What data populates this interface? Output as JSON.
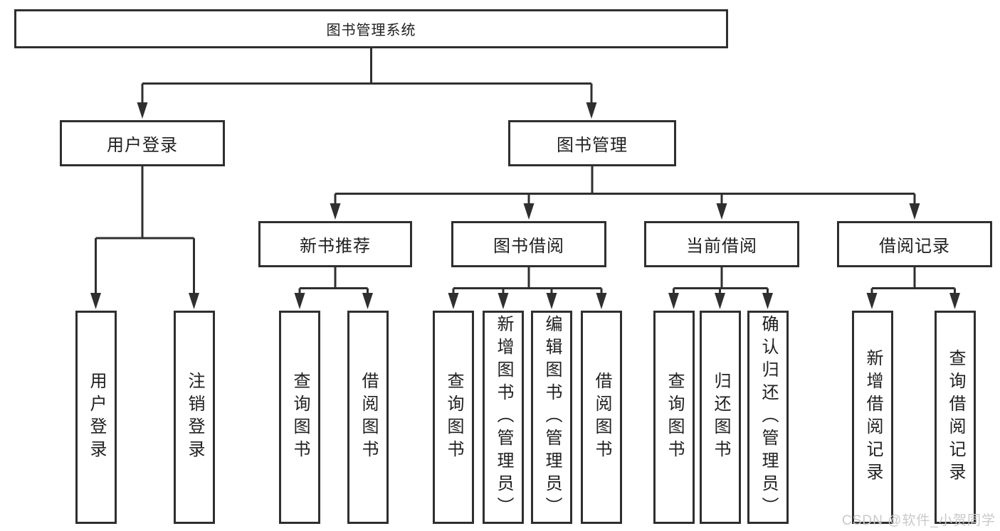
{
  "tree": {
    "root": "图书管理系统",
    "branches": [
      {
        "label": "用户登录",
        "children": [
          "用户登录",
          "注销登录"
        ]
      },
      {
        "label": "图书管理",
        "children": [
          {
            "label": "新书推荐",
            "children": [
              "查询图书",
              "借阅图书"
            ]
          },
          {
            "label": "图书借阅",
            "children": [
              "查询图书",
              "新增图书（管理员）",
              "编辑图书（管理员）",
              "借阅图书"
            ]
          },
          {
            "label": "当前借阅",
            "children": [
              "查询图书",
              "归还图书",
              "确认归还（管理员）"
            ]
          },
          {
            "label": "借阅记录",
            "children": [
              "新增借阅记录",
              "查询借阅记录"
            ]
          }
        ]
      }
    ]
  },
  "watermark": "CSDN @软件_小贺同学",
  "colors": {
    "line": "#2f2f2f",
    "text": "#1f1f1f",
    "box_background": "#ffffff",
    "watermark": "#c9c9c9",
    "page_background": "#ffffff"
  }
}
